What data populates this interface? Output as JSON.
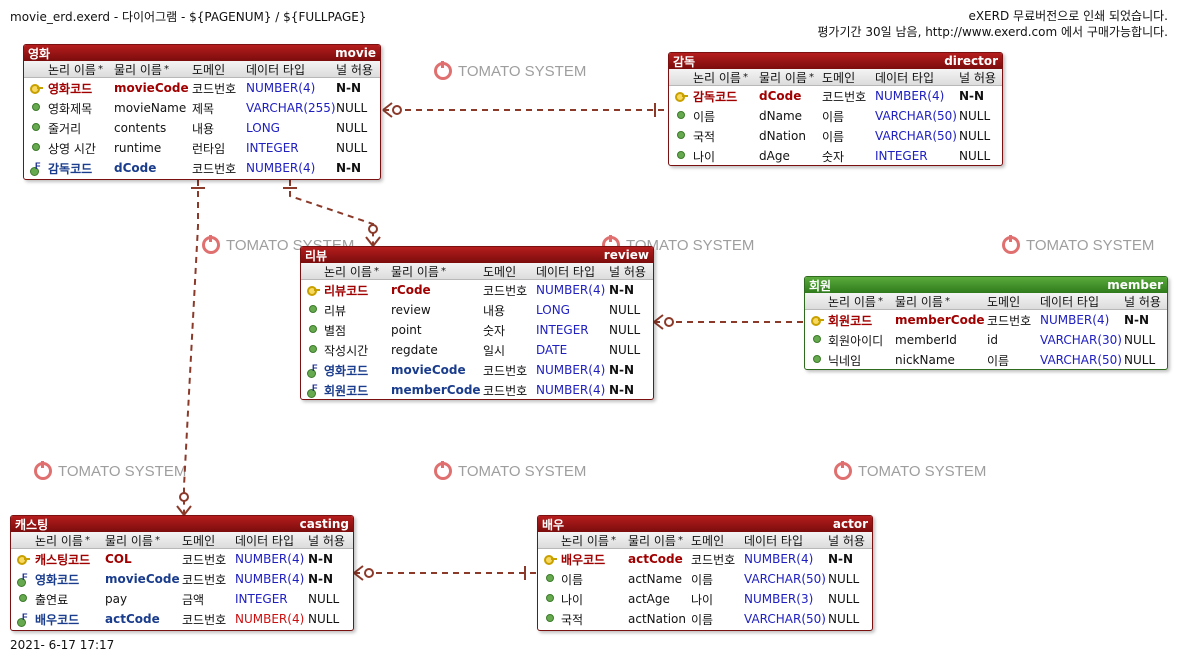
{
  "header": {
    "left": "movie_erd.exerd - 다이어그램 - ${PAGENUM} / ${FULLPAGE}",
    "right_line1": "eXERD 무료버전으로 인쇄 되었습니다.",
    "right_line2": "평가기간 30일 남음, http://www.exerd.com 에서 구매가능합니다."
  },
  "footer": {
    "date": "2021- 6-17 17:17"
  },
  "watermark": "TOMATO SYSTEM",
  "columns": {
    "logical": "논리 이름",
    "physical": "물리 이름",
    "domain": "도메인",
    "type": "데이터 타입",
    "null": "널 허용"
  },
  "entities": {
    "movie": {
      "logical": "영화",
      "physical": "movie",
      "color": "#9b1515",
      "rows": [
        {
          "icon": "key",
          "kind": "pk",
          "logical": "영화코드",
          "physical": "movieCode",
          "domain": "코드번호",
          "type": "NUMBER(4)",
          "null": "N-N"
        },
        {
          "icon": "dot",
          "kind": "",
          "logical": "영화제목",
          "physical": "movieName",
          "domain": "제목",
          "type": "VARCHAR(255)",
          "null": "NULL"
        },
        {
          "icon": "dot",
          "kind": "",
          "logical": "줄거리",
          "physical": "contents",
          "domain": "내용",
          "type": "LONG",
          "null": "NULL"
        },
        {
          "icon": "dot",
          "kind": "",
          "logical": "상영 시간",
          "physical": "runtime",
          "domain": "런타임",
          "type": "INTEGER",
          "null": "NULL"
        },
        {
          "icon": "fk",
          "kind": "fk",
          "logical": "감독코드",
          "physical": "dCode",
          "domain": "코드번호",
          "type": "NUMBER(4)",
          "null": "N-N"
        }
      ]
    },
    "director": {
      "logical": "감독",
      "physical": "director",
      "color": "#9b1515",
      "rows": [
        {
          "icon": "key",
          "kind": "pk",
          "logical": "감독코드",
          "physical": "dCode",
          "domain": "코드번호",
          "type": "NUMBER(4)",
          "null": "N-N"
        },
        {
          "icon": "dot",
          "kind": "",
          "logical": "이름",
          "physical": "dName",
          "domain": "이름",
          "type": "VARCHAR(50)",
          "null": "NULL"
        },
        {
          "icon": "dot",
          "kind": "",
          "logical": "국적",
          "physical": "dNation",
          "domain": "이름",
          "type": "VARCHAR(50)",
          "null": "NULL"
        },
        {
          "icon": "dot",
          "kind": "",
          "logical": "나이",
          "physical": "dAge",
          "domain": "숫자",
          "type": "INTEGER",
          "null": "NULL"
        }
      ]
    },
    "review": {
      "logical": "리뷰",
      "physical": "review",
      "color": "#9b1515",
      "rows": [
        {
          "icon": "key",
          "kind": "pk",
          "logical": "리뷰코드",
          "physical": "rCode",
          "domain": "코드번호",
          "type": "NUMBER(4)",
          "null": "N-N"
        },
        {
          "icon": "dot",
          "kind": "",
          "logical": "리뷰",
          "physical": "review",
          "domain": "내용",
          "type": "LONG",
          "null": "NULL"
        },
        {
          "icon": "dot",
          "kind": "",
          "logical": "별점",
          "physical": "point",
          "domain": "숫자",
          "type": "INTEGER",
          "null": "NULL"
        },
        {
          "icon": "dot",
          "kind": "",
          "logical": "작성시간",
          "physical": "regdate",
          "domain": "일시",
          "type": "DATE",
          "null": "NULL"
        },
        {
          "icon": "fk",
          "kind": "fk",
          "logical": "영화코드",
          "physical": "movieCode",
          "domain": "코드번호",
          "type": "NUMBER(4)",
          "null": "N-N"
        },
        {
          "icon": "fk",
          "kind": "fk",
          "logical": "회원코드",
          "physical": "memberCode",
          "domain": "코드번호",
          "type": "NUMBER(4)",
          "null": "N-N"
        }
      ]
    },
    "member": {
      "logical": "회원",
      "physical": "member",
      "color": "#3a8a24",
      "rows": [
        {
          "icon": "key",
          "kind": "pk",
          "logical": "회원코드",
          "physical": "memberCode",
          "domain": "코드번호",
          "type": "NUMBER(4)",
          "null": "N-N"
        },
        {
          "icon": "dot",
          "kind": "",
          "logical": "회원아이디",
          "physical": "memberId",
          "domain": "id",
          "type": "VARCHAR(30)",
          "null": "NULL"
        },
        {
          "icon": "dot",
          "kind": "",
          "logical": "닉네임",
          "physical": "nickName",
          "domain": "이름",
          "type": "VARCHAR(50)",
          "null": "NULL"
        }
      ]
    },
    "casting": {
      "logical": "캐스팅",
      "physical": "casting",
      "color": "#9b1515",
      "rows": [
        {
          "icon": "key",
          "kind": "pk",
          "logical": "캐스팅코드",
          "physical": "COL",
          "domain": "코드번호",
          "type": "NUMBER(4)",
          "null": "N-N"
        },
        {
          "icon": "fk",
          "kind": "fk",
          "logical": "영화코드",
          "physical": "movieCode",
          "domain": "코드번호",
          "type": "NUMBER(4)",
          "null": "N-N"
        },
        {
          "icon": "dot",
          "kind": "",
          "logical": "출연료",
          "physical": "pay",
          "domain": "금액",
          "type": "INTEGER",
          "null": "NULL"
        },
        {
          "icon": "fk",
          "kind": "fk",
          "logical": "배우코드",
          "physical": "actCode",
          "domain": "코드번호",
          "type": "NUMBER(4)",
          "type_color": "red",
          "null": "NULL"
        }
      ]
    },
    "actor": {
      "logical": "배우",
      "physical": "actor",
      "color": "#9b1515",
      "rows": [
        {
          "icon": "key",
          "kind": "pk",
          "logical": "배우코드",
          "physical": "actCode",
          "domain": "코드번호",
          "type": "NUMBER(4)",
          "null": "N-N"
        },
        {
          "icon": "dot",
          "kind": "",
          "logical": "이름",
          "physical": "actName",
          "domain": "이름",
          "type": "VARCHAR(50)",
          "null": "NULL"
        },
        {
          "icon": "dot",
          "kind": "",
          "logical": "나이",
          "physical": "actAge",
          "domain": "나이",
          "type": "NUMBER(3)",
          "null": "NULL"
        },
        {
          "icon": "dot",
          "kind": "",
          "logical": "국적",
          "physical": "actNation",
          "domain": "이름",
          "type": "VARCHAR(50)",
          "null": "NULL"
        }
      ]
    }
  },
  "relationships": [
    {
      "from": "director",
      "to": "movie",
      "style": "dashed"
    },
    {
      "from": "movie",
      "to": "review",
      "style": "dashed"
    },
    {
      "from": "member",
      "to": "review",
      "style": "dashed"
    },
    {
      "from": "movie",
      "to": "casting",
      "style": "dashed"
    },
    {
      "from": "actor",
      "to": "casting",
      "style": "dashed"
    }
  ]
}
